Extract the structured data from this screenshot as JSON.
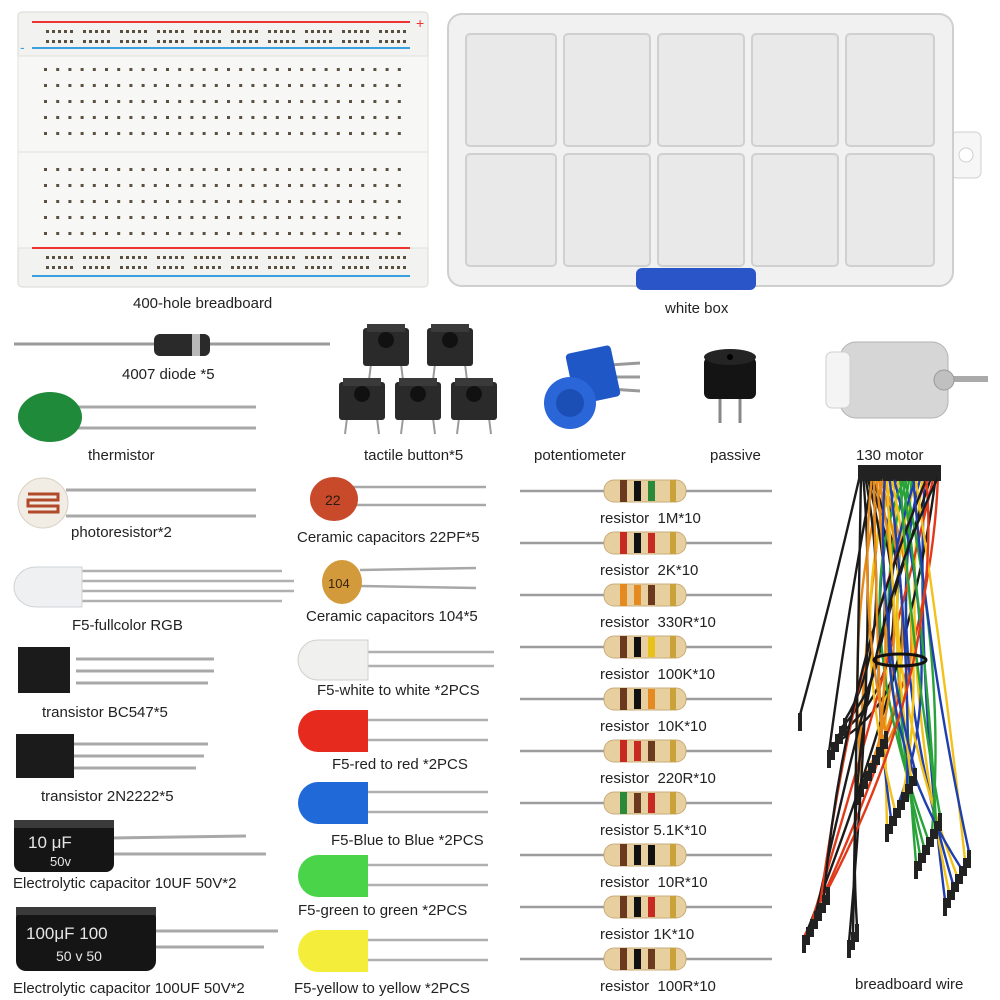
{
  "labels": {
    "breadboard": "400-hole breadboard",
    "white_box": "white box",
    "diode": "4007 diode *5",
    "tactile": "tactile button*5",
    "potentiometer": "potentiometer",
    "passive": "passive",
    "motor": "130 motor",
    "thermistor": "thermistor",
    "photoresistor": "photoresistor*2",
    "cap22": "Ceramic capacitors 22PF*5",
    "cap104": "Ceramic capacitors 104*5",
    "rgb": "F5-fullcolor RGB",
    "bc547": "transistor BC547*5",
    "n2222": "transistor 2N2222*5",
    "e10": "Electrolytic capacitor 10UF 50V*2",
    "e100": "Electrolytic capacitor 100UF 50V*2",
    "white_led": "F5-white to white *2PCS",
    "red_led": "F5-red to red *2PCS",
    "blue_led": "F5-Blue to Blue *2PCS",
    "green_led": "F5-green to green *2PCS",
    "yellow_led": "F5-yellow to yellow *2PCS",
    "wire": "breadboard wire"
  },
  "resistors": [
    "resistor  1M*10",
    "resistor  2K*10",
    "resistor  330R*10",
    "resistor  100K*10",
    "resistor  10K*10",
    "resistor  220R*10",
    "resistor 5.1K*10",
    "resistor  10R*10",
    "resistor 1K*10",
    "resistor  100R*10"
  ],
  "printed_marks": {
    "cap22_code": "22",
    "cap104_code": "104",
    "e10_marking": "10 μF",
    "e10_voltage": "50v",
    "e100_marking": "100μF 100",
    "e100_voltage": "50 v  50",
    "rail_plus": "+",
    "rail_minus": "-"
  }
}
